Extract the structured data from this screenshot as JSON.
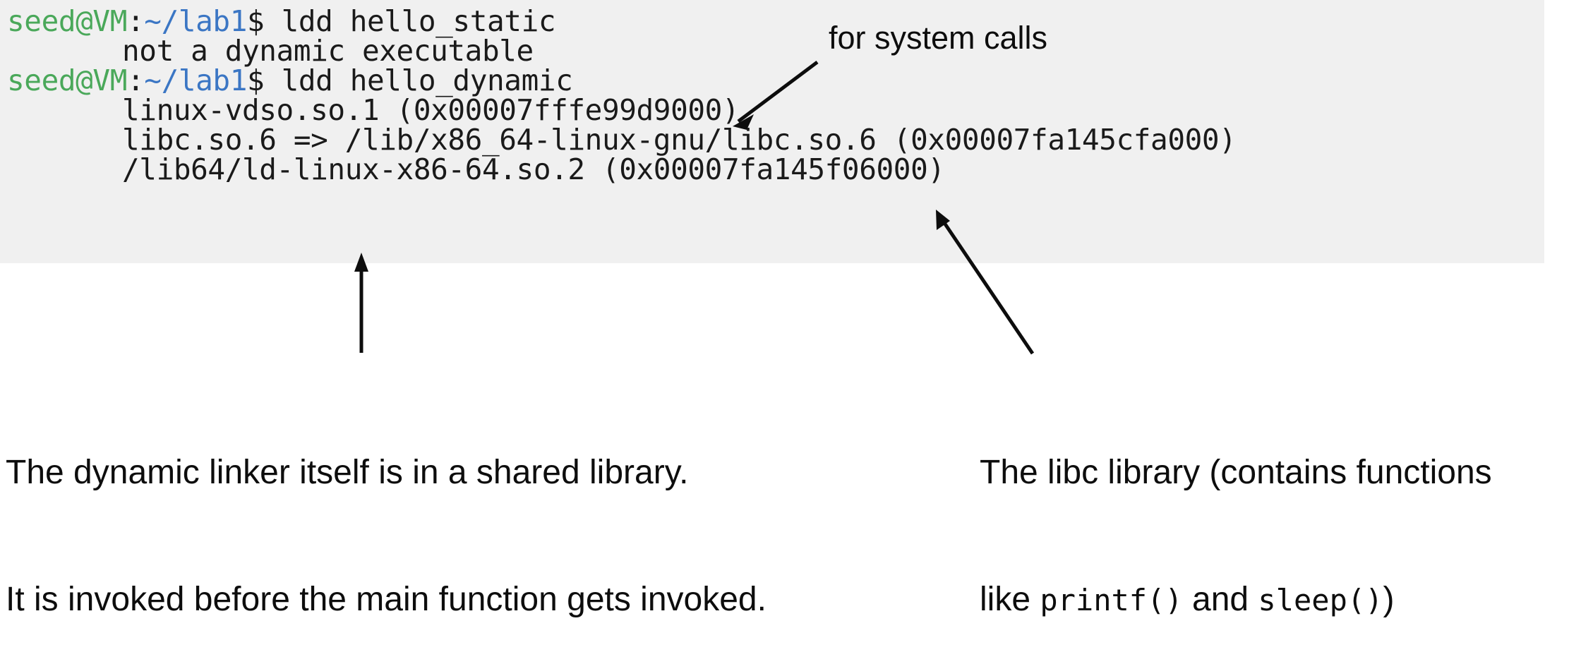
{
  "terminal": {
    "background": "#f0f0f0",
    "prompt": {
      "user_host": "seed@VM",
      "user_host_color": "#4aa85a",
      "separator": ":",
      "path": "~/lab1",
      "path_color": "#3b76c4",
      "symbol": "$ "
    },
    "lines": [
      {
        "type": "command",
        "text": "ldd hello_static"
      },
      {
        "type": "output",
        "text": "not a dynamic executable"
      },
      {
        "type": "command",
        "text": "ldd hello_dynamic"
      },
      {
        "type": "output",
        "text": "linux-vdso.so.1 (0x00007fffe99d9000)"
      },
      {
        "type": "output",
        "text": "libc.so.6 => /lib/x86_64-linux-gnu/libc.so.6 (0x00007fa145cfa000)"
      },
      {
        "type": "output",
        "text": "/lib64/ld-linux-x86-64.so.2 (0x00007fa145f06000)"
      }
    ]
  },
  "annotations": {
    "syscalls": {
      "text": "for system calls"
    },
    "linker": {
      "line1": "The dynamic linker itself is in a shared library.",
      "line2": "It is invoked before the main function gets invoked."
    },
    "libc": {
      "line1": "The libc library (contains functions",
      "line2_prefix": "like ",
      "line2_code1": "printf()",
      "line2_mid": " and ",
      "line2_code2": "sleep()",
      "line2_suffix": ")"
    }
  },
  "colors": {
    "terminal_bg": "#f0f0f0",
    "page_bg": "#ffffff",
    "text": "#1a1a1a",
    "green": "#4aa85a",
    "blue": "#3b76c4",
    "arrow": "#0d0d0d"
  }
}
